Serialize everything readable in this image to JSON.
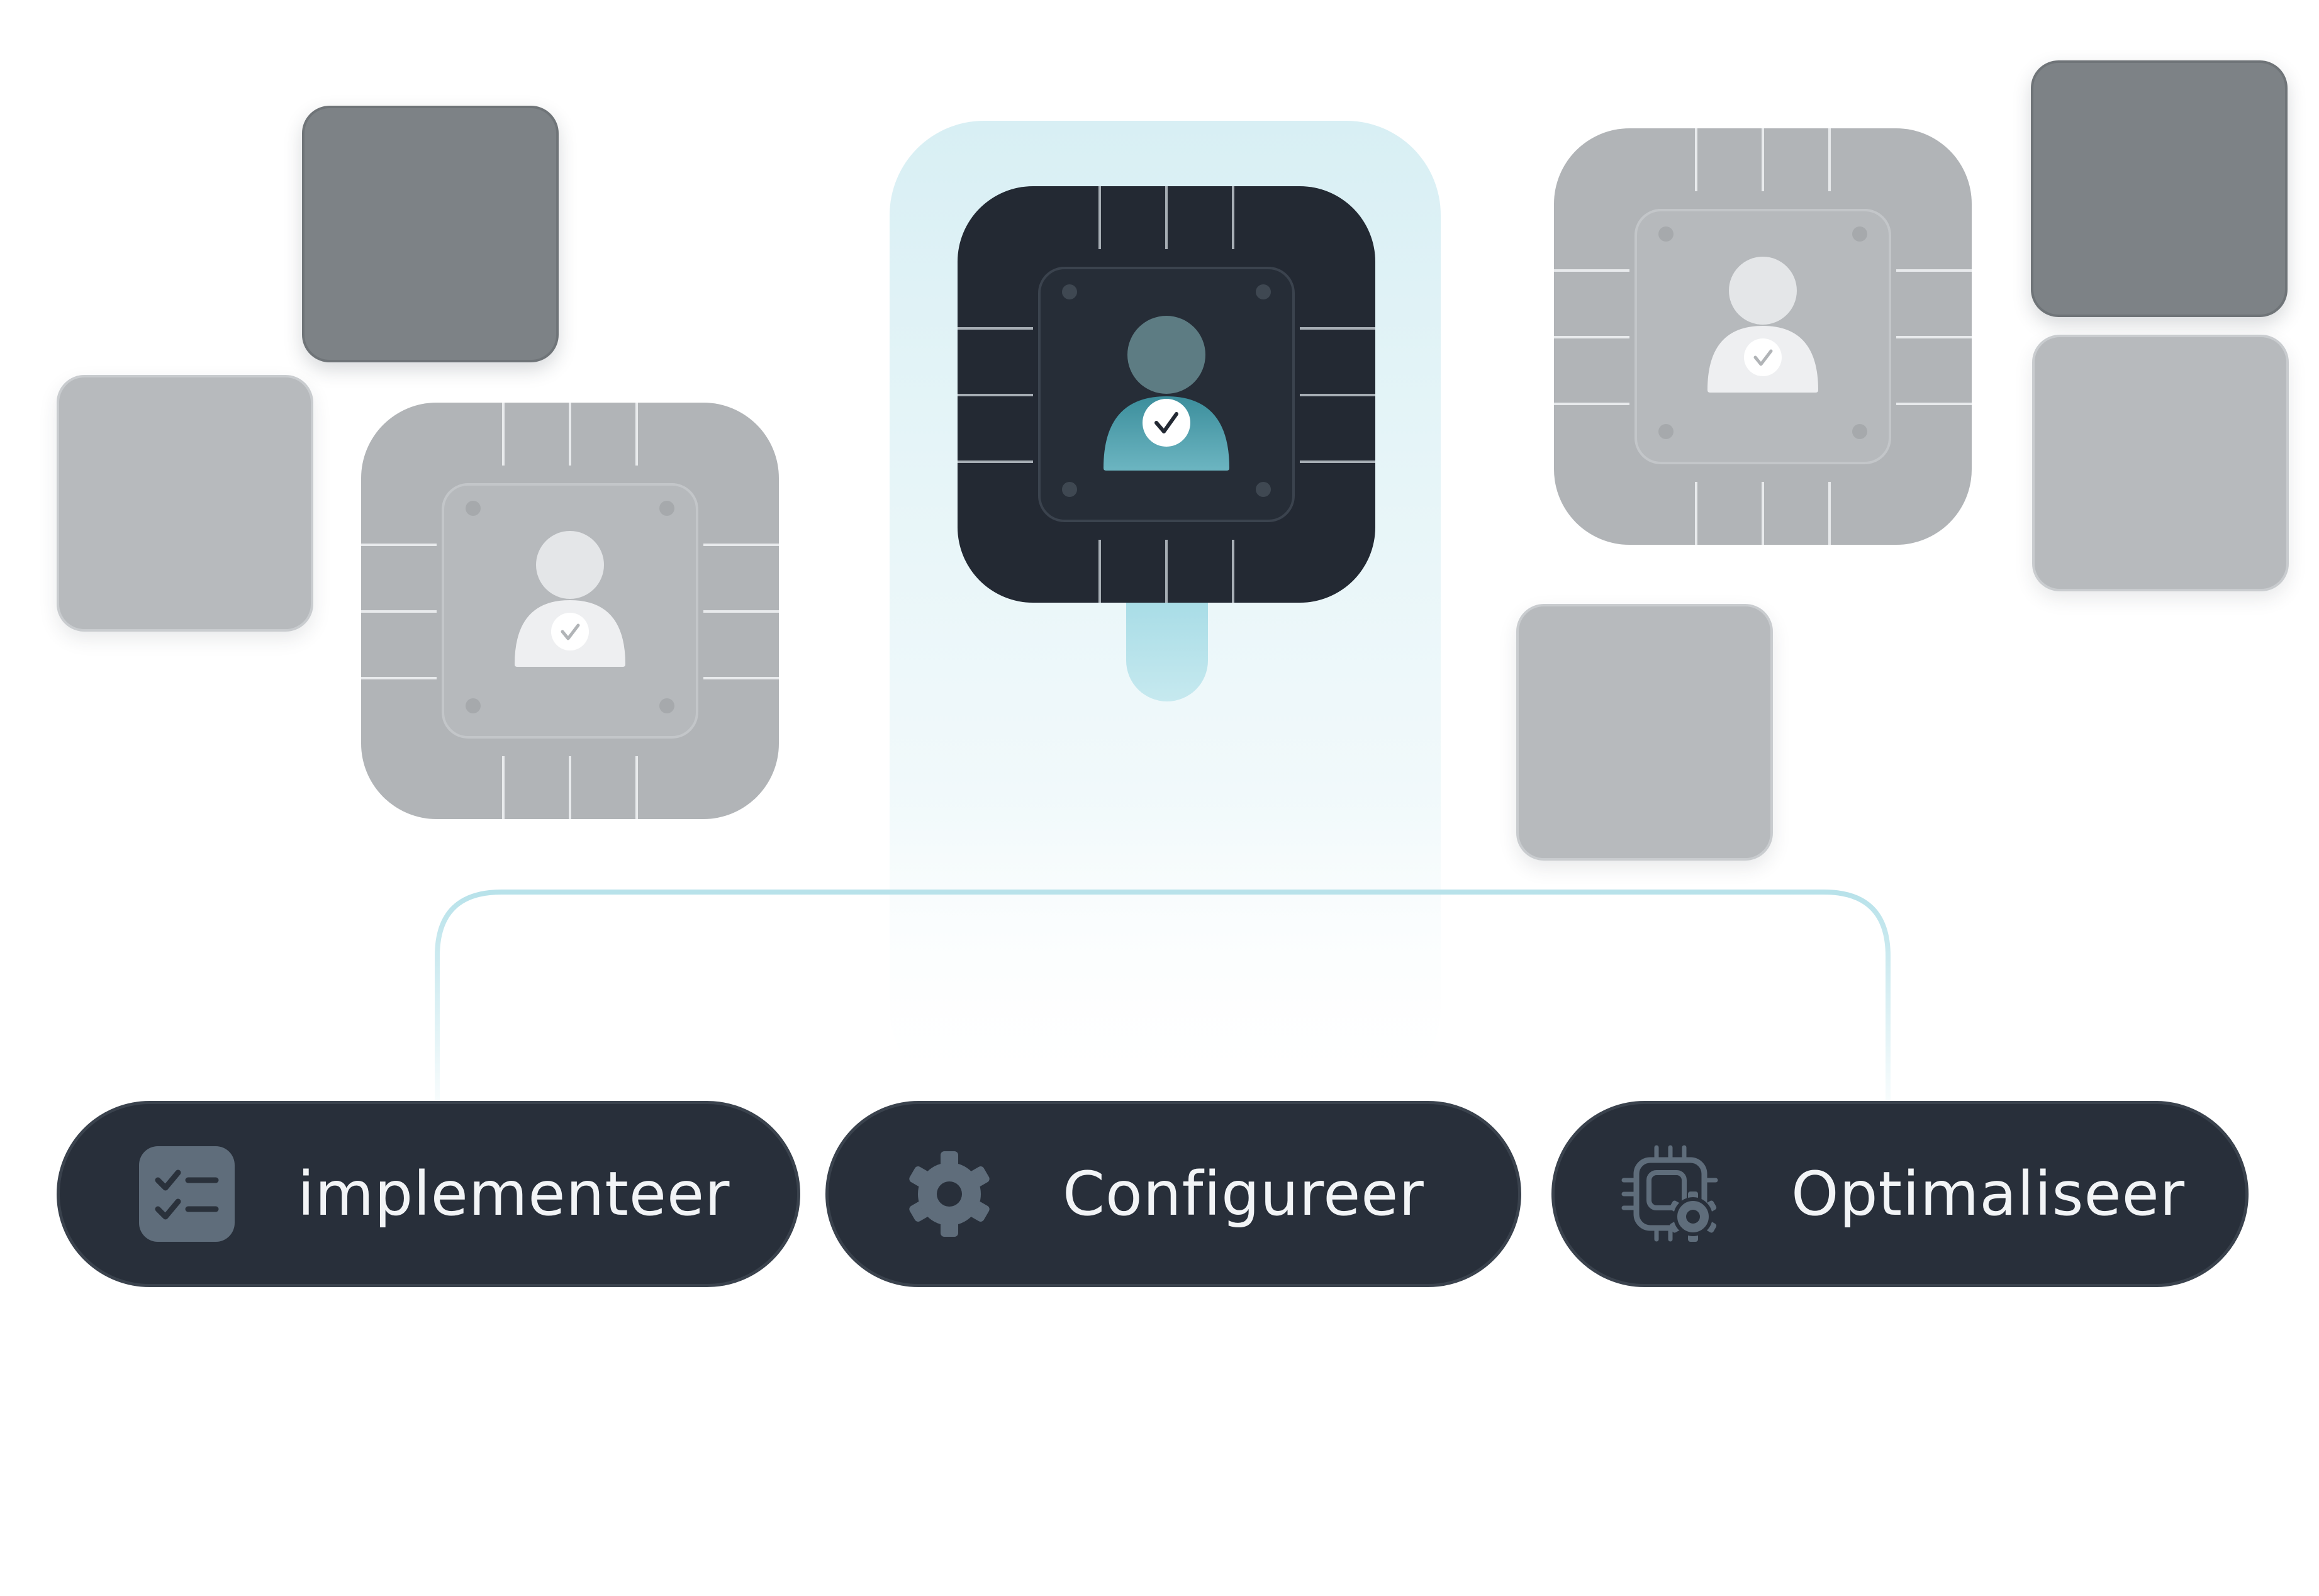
{
  "diagram": {
    "steps": [
      {
        "label": "implementeer",
        "icon": "checklist-icon"
      },
      {
        "label": "Configureer",
        "icon": "gear-icon"
      },
      {
        "label": "Optimaliseer",
        "icon": "chip-gear-icon"
      }
    ],
    "chips": [
      {
        "state": "inactive",
        "icon": "user-check-icon"
      },
      {
        "state": "active",
        "icon": "user-check-icon"
      },
      {
        "state": "inactive",
        "icon": "user-check-icon"
      }
    ],
    "colors": {
      "accent": "#4bb8c6",
      "accent_light": "#b8e2ea",
      "glow": "#dff1f5",
      "pill_bg": "#282f3a",
      "chip_active": "#232933",
      "chip_inactive": "#b1b4b7",
      "tile_dark": "#7d8286",
      "tile_light": "#b7babd"
    }
  }
}
